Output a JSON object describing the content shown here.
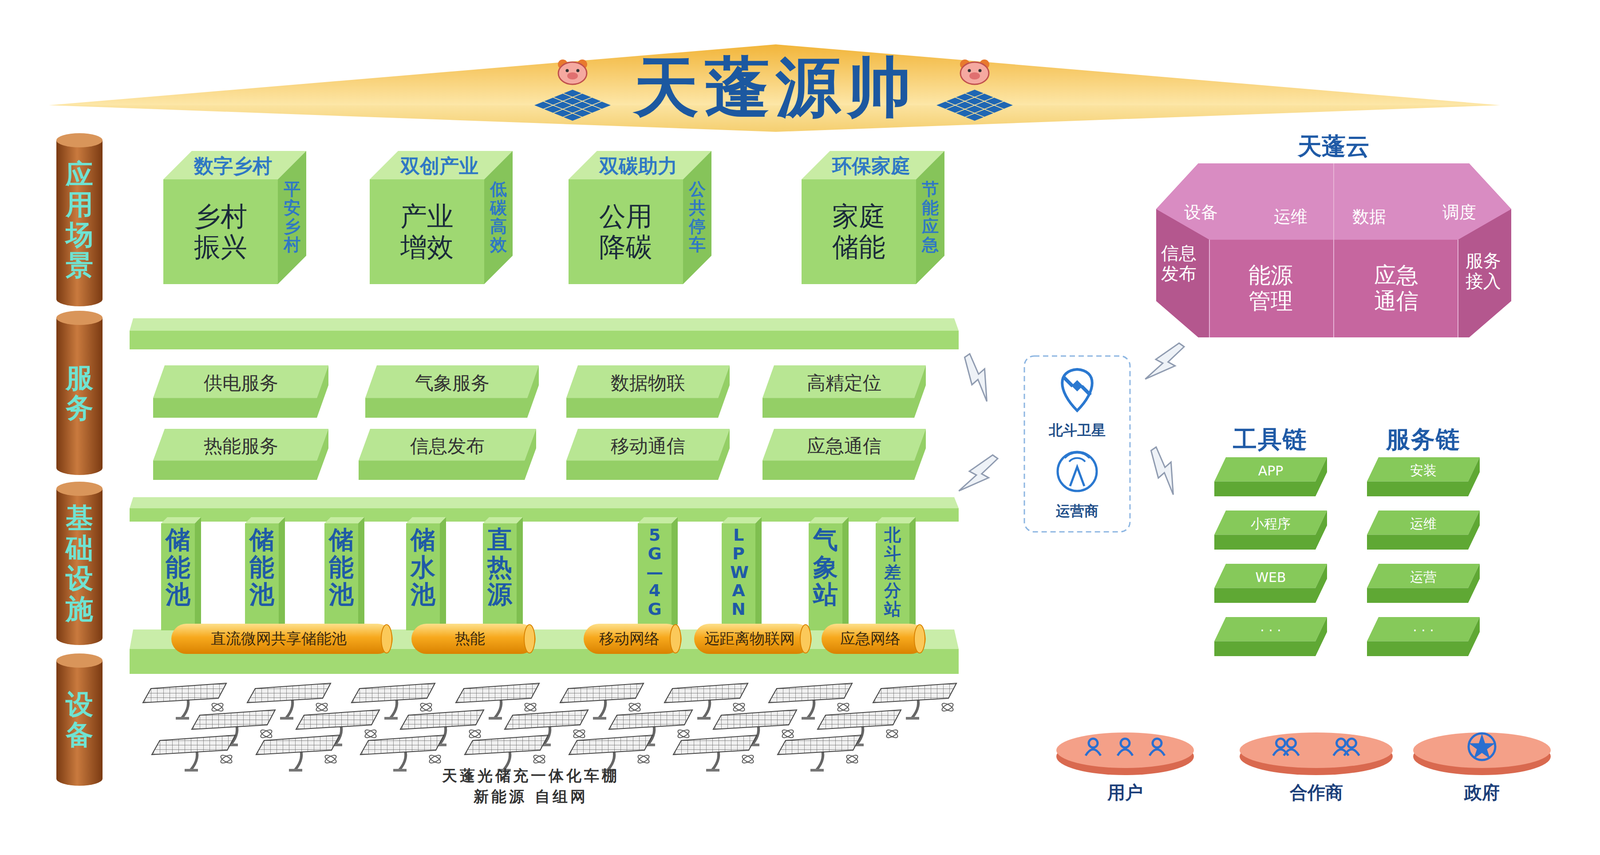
{
  "diagram": {
    "title": "天蓬源帅",
    "nodes": [
      {
        "text": [
          "应用场景"
        ]
      },
      {
        "text": [
          "数字乡村",
          "乡村振兴",
          "平安乡村"
        ]
      },
      {
        "text": [
          "双创产业",
          "产业增效",
          "低碳高效"
        ]
      },
      {
        "text": [
          "双碳助力",
          "公用降碳",
          "公共停车"
        ]
      },
      {
        "text": [
          "环保家庭",
          "家庭储能",
          "节能应急"
        ]
      },
      {
        "text": [
          "服务"
        ]
      },
      {
        "text": [
          "供电服务"
        ]
      },
      {
        "text": [
          "气象服务"
        ]
      },
      {
        "text": [
          "数据物联"
        ]
      },
      {
        "text": [
          "高精定位"
        ]
      },
      {
        "text": [
          "热能服务"
        ]
      },
      {
        "text": [
          "信息发布"
        ]
      },
      {
        "text": [
          "移动通信"
        ]
      },
      {
        "text": [
          "应急通信"
        ]
      },
      {
        "text": [
          "基础设施"
        ]
      },
      {
        "text": [
          "储能池"
        ]
      },
      {
        "text": [
          "储能池"
        ]
      },
      {
        "text": [
          "储能池"
        ]
      },
      {
        "text": [
          "储水池"
        ]
      },
      {
        "text": [
          "直热源"
        ]
      },
      {
        "text": [
          "5G—4G"
        ]
      },
      {
        "text": [
          "LPWAN"
        ]
      },
      {
        "text": [
          "气象站"
        ]
      },
      {
        "text": [
          "北斗差分站"
        ]
      },
      {
        "text": [
          "直流微网共享储能池"
        ]
      },
      {
        "text": [
          "热能"
        ]
      },
      {
        "text": [
          "移动网络"
        ]
      },
      {
        "text": [
          "远距离物联网"
        ]
      },
      {
        "text": [
          "应急网络"
        ]
      },
      {
        "text": [
          "设备"
        ]
      },
      {
        "text": [
          "天蓬云",
          "设备",
          "运维",
          "数据",
          "调度",
          "信息发布",
          "能源管理",
          "应急通信",
          "服务接入"
        ]
      },
      {
        "text": [
          "北斗卫星",
          "运营商"
        ]
      },
      {
        "text": [
          "APP"
        ]
      },
      {
        "text": [
          "小程序"
        ]
      },
      {
        "text": [
          "WEB"
        ]
      },
      {
        "text": [
          "· · ·"
        ]
      },
      {
        "text": [
          "安装"
        ]
      },
      {
        "text": [
          "运维"
        ]
      },
      {
        "text": [
          "运营"
        ]
      },
      {
        "text": [
          "· · ·"
        ]
      },
      {
        "text": [
          "用户"
        ]
      },
      {
        "text": [
          "合作商"
        ]
      },
      {
        "text": [
          "政府"
        ]
      }
    ],
    "labels": [
      "天蓬光储充一体化车棚",
      "新能源 自组网",
      "工具链",
      "服务链"
    ]
  }
}
